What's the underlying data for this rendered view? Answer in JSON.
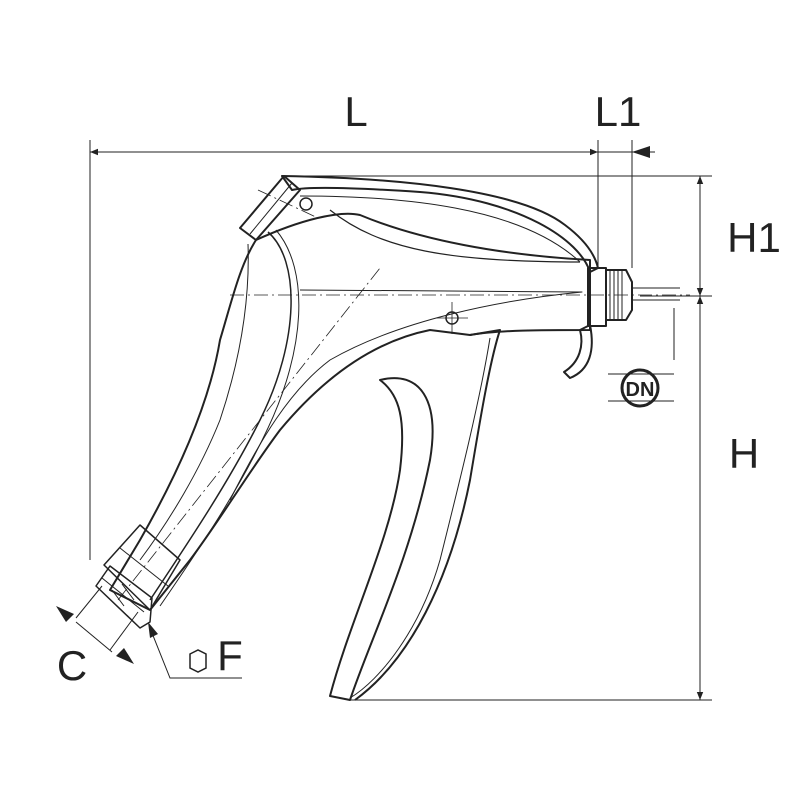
{
  "drawing": {
    "dimensions": {
      "L": "L",
      "L1": "L1",
      "H1": "H1",
      "H": "H",
      "DN": "DN",
      "C": "C",
      "F": "F"
    },
    "colors": {
      "stroke": "#222222",
      "background": "#ffffff"
    }
  }
}
